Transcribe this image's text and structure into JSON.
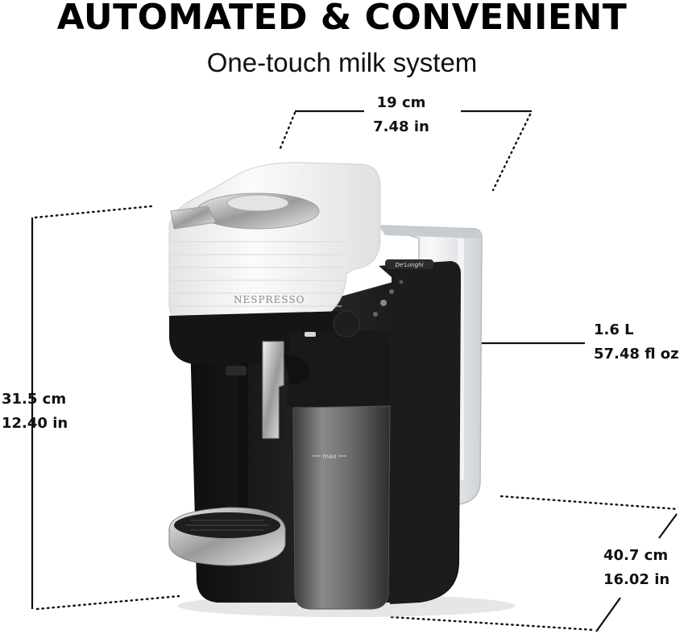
{
  "header": {
    "title": "AUTOMATED & CONVENIENT",
    "subtitle": "One-touch milk system"
  },
  "dimensions": {
    "width": {
      "metric": "19 cm",
      "imperial": "7.48 in"
    },
    "height": {
      "metric": "31.5 cm",
      "imperial": "12.40 in"
    },
    "capacity": {
      "metric": "1.6 L",
      "imperial": "57.48 fl oz"
    },
    "depth": {
      "metric": "40.7 cm",
      "imperial": "16.02 in"
    }
  },
  "product": {
    "brand_logo": "NESPRESSO",
    "maker_logo": "De'Longhi",
    "jug_marking": "max"
  },
  "colors": {
    "text": "#111111",
    "machine_body": "#1a1a1a",
    "machine_top": "#f2f2f2",
    "chrome": "#c9c9c9",
    "tank": "#e9ecef"
  }
}
